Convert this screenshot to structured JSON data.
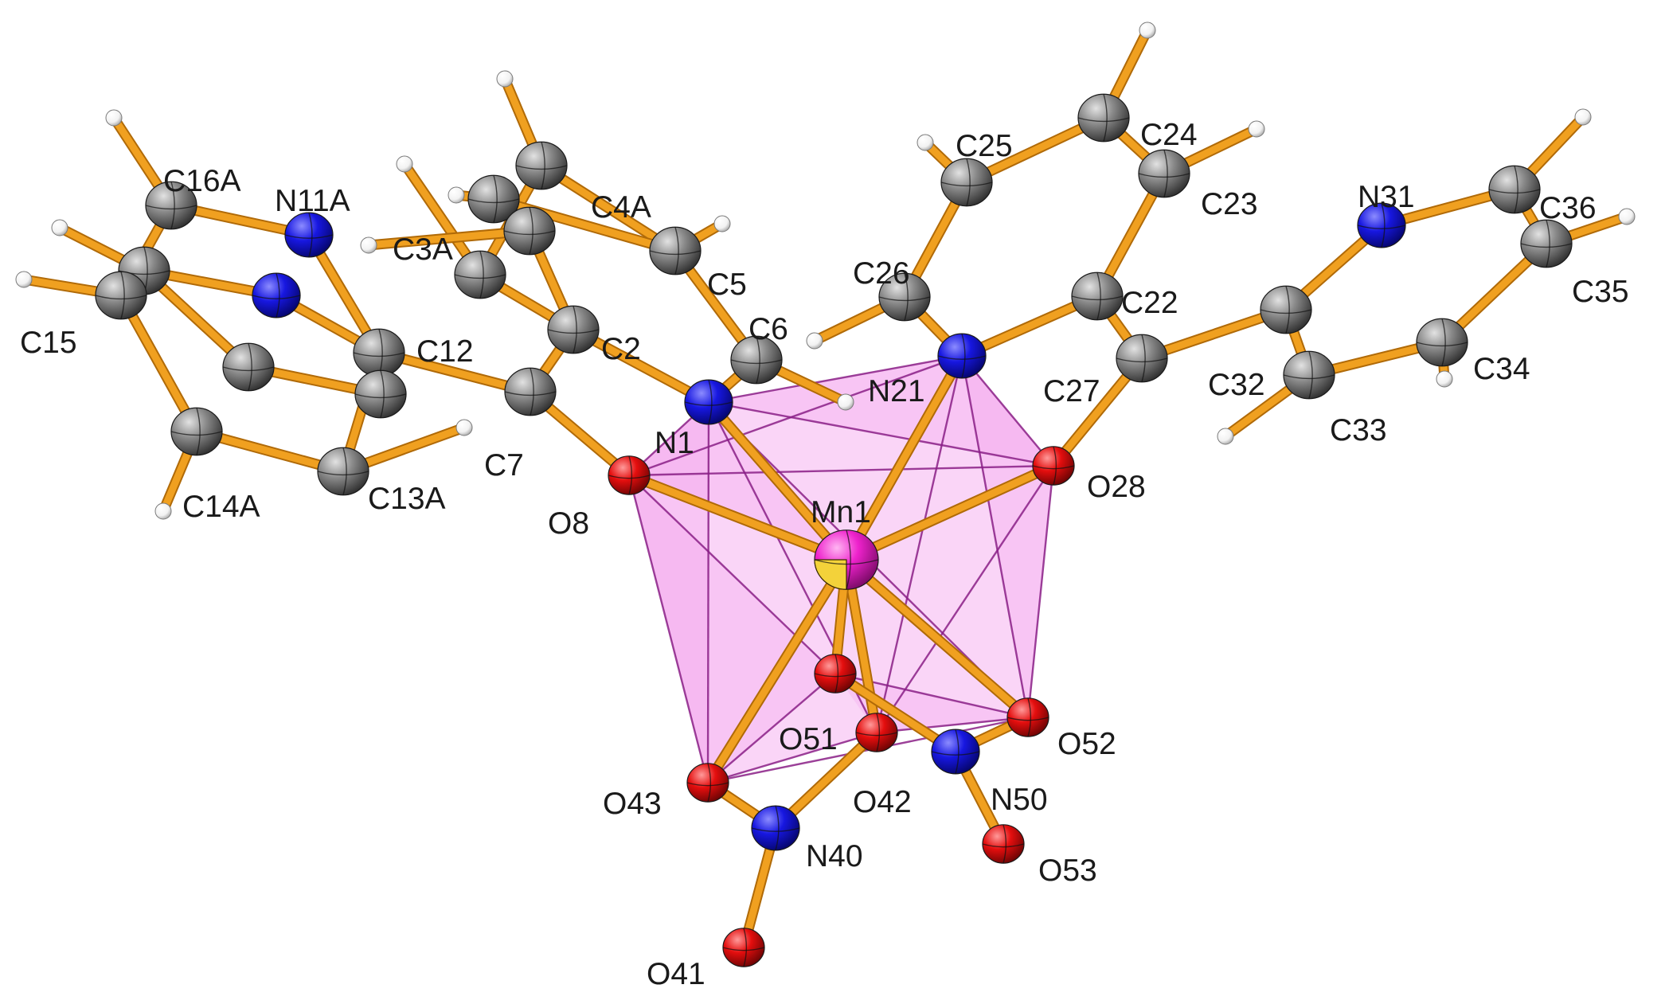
{
  "colors": {
    "bond": "#f0a020",
    "bond_dark": "#b06a08",
    "polyhedron_fill": "#f07fe8",
    "polyhedron_edge": "#8a1e86",
    "carbon": "#8a8a8a",
    "nitrogen": "#1a1ae8",
    "oxygen": "#e81010",
    "hydrogen": "#ffffff",
    "manganese": "#ee22cc",
    "manganese_octant": "#f3d23a"
  },
  "atoms": [
    {
      "id": "Mn1",
      "label": "Mn1",
      "el": "Mn"
    },
    {
      "id": "N1",
      "label": "N1",
      "el": "N"
    },
    {
      "id": "O8",
      "label": "O8",
      "el": "O"
    },
    {
      "id": "C7",
      "label": "C7",
      "el": "C"
    },
    {
      "id": "C2",
      "label": "C2",
      "el": "C"
    },
    {
      "id": "C3A",
      "label": "C3A",
      "el": "C"
    },
    {
      "id": "C4A",
      "label": "C4A",
      "el": "C"
    },
    {
      "id": "C5",
      "label": "C5",
      "el": "C"
    },
    {
      "id": "C6",
      "label": "C6",
      "el": "C"
    },
    {
      "id": "C12",
      "label": "C12",
      "el": "C"
    },
    {
      "id": "C13A",
      "label": "C13A",
      "el": "C"
    },
    {
      "id": "C14A",
      "label": "C14A",
      "el": "C"
    },
    {
      "id": "C15",
      "label": "C15",
      "el": "C"
    },
    {
      "id": "C16A",
      "label": "C16A",
      "el": "C"
    },
    {
      "id": "N11A",
      "label": "N11A",
      "el": "N"
    },
    {
      "id": "N21",
      "label": "N21",
      "el": "N"
    },
    {
      "id": "C22",
      "label": "C22",
      "el": "C"
    },
    {
      "id": "C23",
      "label": "C23",
      "el": "C"
    },
    {
      "id": "C24",
      "label": "C24",
      "el": "C"
    },
    {
      "id": "C25",
      "label": "C25",
      "el": "C"
    },
    {
      "id": "C26",
      "label": "C26",
      "el": "C"
    },
    {
      "id": "C27",
      "label": "C27",
      "el": "C"
    },
    {
      "id": "O28",
      "label": "O28",
      "el": "O"
    },
    {
      "id": "C32",
      "label": "C32",
      "el": "C"
    },
    {
      "id": "C33",
      "label": "C33",
      "el": "C"
    },
    {
      "id": "C34",
      "label": "C34",
      "el": "C"
    },
    {
      "id": "C35",
      "label": "C35",
      "el": "C"
    },
    {
      "id": "C36",
      "label": "C36",
      "el": "C"
    },
    {
      "id": "N31",
      "label": "N31",
      "el": "N"
    },
    {
      "id": "O42",
      "label": "O42",
      "el": "O"
    },
    {
      "id": "O43",
      "label": "O43",
      "el": "O"
    },
    {
      "id": "N40",
      "label": "N40",
      "el": "N"
    },
    {
      "id": "O41",
      "label": "O41",
      "el": "O"
    },
    {
      "id": "O51",
      "label": "O51",
      "el": "O"
    },
    {
      "id": "O52",
      "label": "O52",
      "el": "O"
    },
    {
      "id": "N50",
      "label": "N50",
      "el": "N"
    },
    {
      "id": "O53",
      "label": "O53",
      "el": "O"
    },
    {
      "id": "N11B",
      "label": "",
      "el": "N"
    },
    {
      "id": "C3B",
      "label": "",
      "el": "C"
    },
    {
      "id": "C4B",
      "label": "",
      "el": "C"
    },
    {
      "id": "C13B",
      "label": "",
      "el": "C"
    },
    {
      "id": "C16B",
      "label": "",
      "el": "C"
    },
    {
      "id": "C14B",
      "label": "",
      "el": "C"
    }
  ]
}
